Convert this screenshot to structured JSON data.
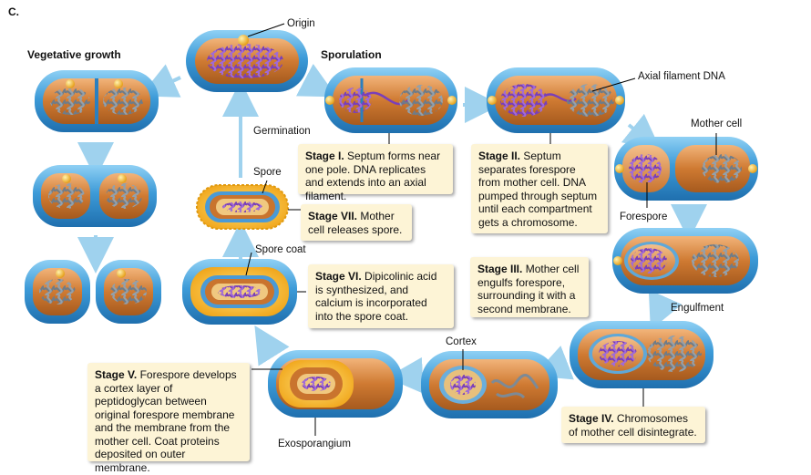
{
  "figure": {
    "panel_letter": "C.",
    "headings": {
      "vegetative": "Vegetative growth",
      "sporulation": "Sporulation"
    },
    "labels": {
      "origin": "Origin",
      "axial_filament": "Axial filament DNA",
      "mother_cell": "Mother cell",
      "forespore": "Forespore",
      "engulfment": "Engulfment",
      "cortex": "Cortex",
      "exosporangium": "Exosporangium",
      "spore_coat": "Spore coat",
      "spore": "Spore",
      "germination": "Germination"
    },
    "stages": [
      {
        "id": "I",
        "title": "Stage I.",
        "text": " Septum forms near one pole. DNA replicates and extends into an axial filament."
      },
      {
        "id": "II",
        "title": "Stage II.",
        "text": " Septum separates forespore from mother cell. DNA pumped through septum until each compartment gets a chromosome."
      },
      {
        "id": "III",
        "title": "Stage III.",
        "text": " Mother cell engulfs forespore, surrounding it with a second membrane."
      },
      {
        "id": "IV",
        "title": "Stage IV.",
        "text": " Chromosomes of mother cell disintegrate."
      },
      {
        "id": "V",
        "title": "Stage V.",
        "text": " Forespore develops a cortex layer of peptidoglycan between original forespore membrane and the membrane from the mother cell. Coat proteins deposited on outer membrane."
      },
      {
        "id": "VI",
        "title": "Stage VI.",
        "text": " Dipicolinic acid is synthesized, and calcium is incorporated into the spore coat."
      },
      {
        "id": "VII",
        "title": "Stage VII.",
        "text": " Mother cell releases spore."
      }
    ],
    "colors": {
      "cell_wall": "#3d9bd8",
      "cytoplasm": "#c9742e",
      "chromosome_gray": "#7d8a96",
      "chromosome_purple": "#8a4fc4",
      "origin_dot": "#f2b21e",
      "arrow": "#9fd2ee",
      "stage_box": "#fdf4d6"
    }
  }
}
